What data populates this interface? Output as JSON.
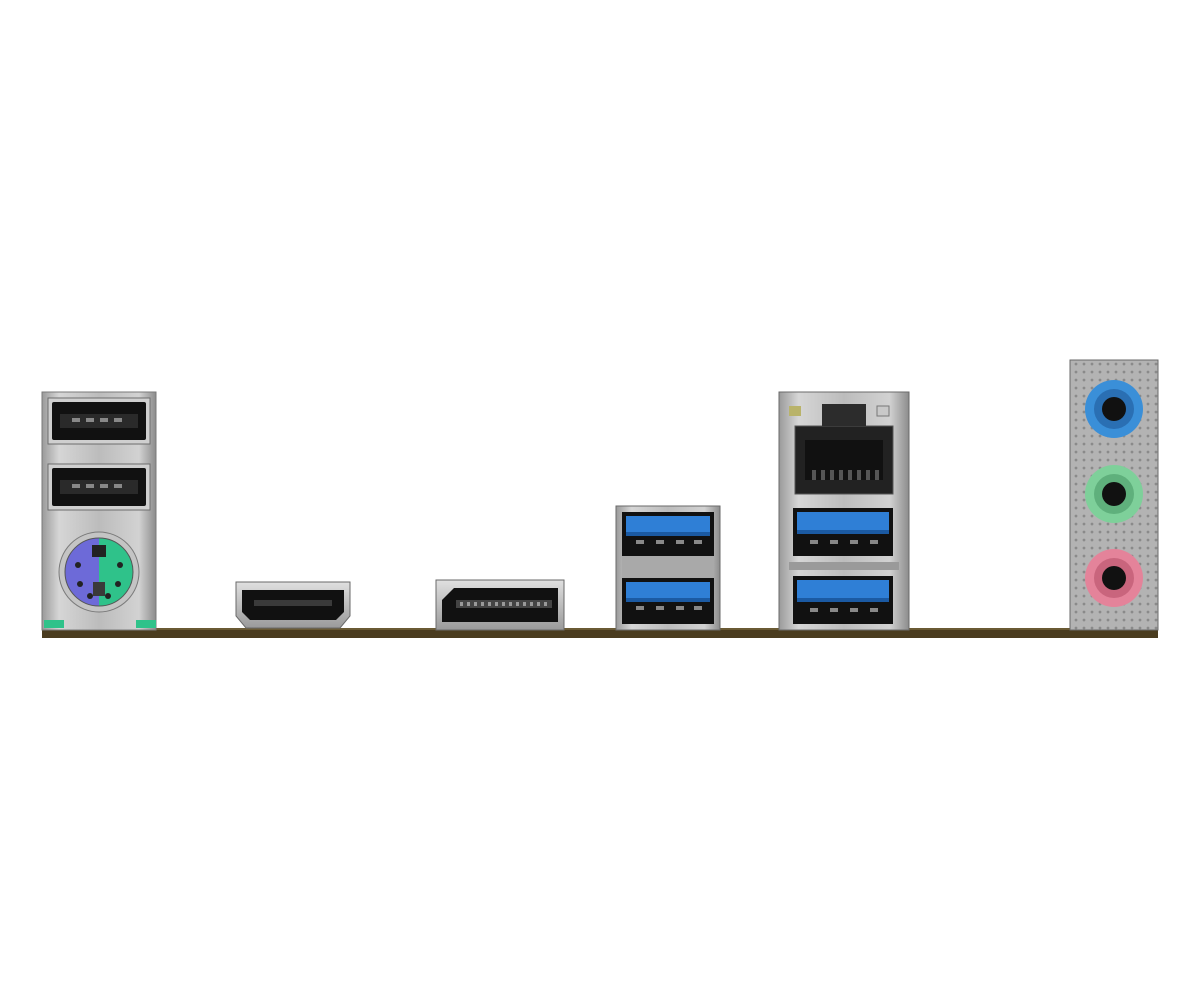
{
  "scene": {
    "background": "#ffffff",
    "pcb_color": "#4a3c1f",
    "shield_color": "#b8b8b8",
    "shield_dark": "#8e8e8e",
    "usb2_insert": "#1a1a1a",
    "usb3_insert": "#2f7fd6",
    "ps2_purple": "#6d6ad8",
    "ps2_green": "#2fc28a",
    "audio_blue": "#3a8fd8",
    "audio_green": "#7ed09a",
    "audio_pink": "#e4839a"
  },
  "ports": [
    {
      "name": "usb2-port-top-icon",
      "type": "USB 2.0"
    },
    {
      "name": "usb2-port-bottom-icon",
      "type": "USB 2.0"
    },
    {
      "name": "ps2-combo-port-icon",
      "type": "PS/2"
    },
    {
      "name": "hdmi-port-icon",
      "type": "HDMI"
    },
    {
      "name": "displayport-icon",
      "type": "DisplayPort"
    },
    {
      "name": "usb3-stack-icon",
      "type": "USB 3.0 x2"
    },
    {
      "name": "rj45-lan-port-icon",
      "type": "LAN"
    },
    {
      "name": "usb3-lan-stack-icon",
      "type": "USB 3.0 x2"
    },
    {
      "name": "audio-jacks-icon",
      "type": "Audio x3"
    }
  ]
}
